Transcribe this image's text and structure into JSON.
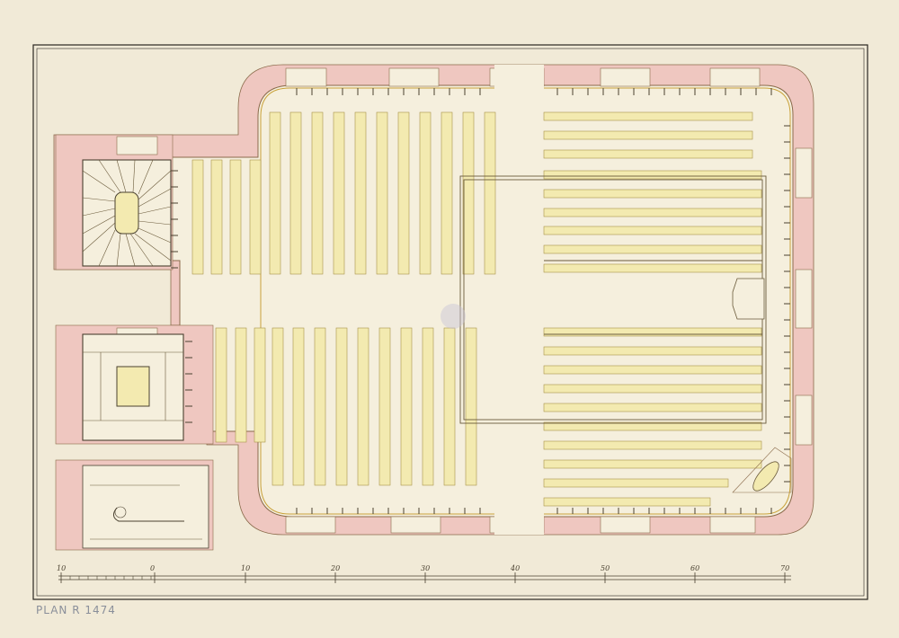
{
  "document": {
    "plan_reference": "PLAN R 1474",
    "margin_note": "…"
  },
  "scale_bar": {
    "labels": [
      "10",
      "0",
      "10",
      "20",
      "30",
      "40",
      "50",
      "60",
      "70"
    ]
  },
  "colors": {
    "paper": "#f1ead7",
    "wall_pink": "#efc7c0",
    "pew_yellow": "#f3eab0",
    "ink": "#4a4130",
    "frame": "#2a2620"
  }
}
